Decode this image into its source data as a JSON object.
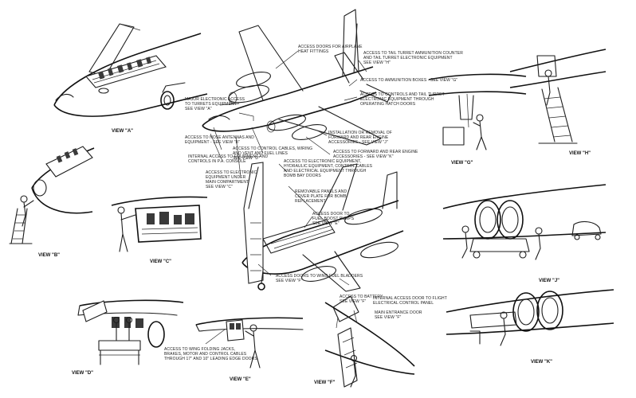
{
  "views": {
    "a": "VIEW \"A\"",
    "b": "VIEW \"B\"",
    "c": "VIEW \"C\"",
    "d": "VIEW \"D\"",
    "e": "VIEW \"E\"",
    "f": "VIEW \"F\"",
    "g": "VIEW \"G\"",
    "h": "VIEW \"H\"",
    "j": "VIEW \"J\"",
    "k": "VIEW \"K\""
  },
  "callouts": {
    "c1": "ACCESS DOORS FOR AIRPLANE\nHEAT FITTINGS",
    "c2": "ACCESS TO TAIL TURRET AMMUNITION COUNTER\nAND TAIL TURRET ELECTRONIC EQUIPMENT\nSEE VIEW \"H\"",
    "c3": "ACCESS TO AMMUNITION BOXES - SEE VIEW \"G\"",
    "c4": "ACCESS TO CONTROLS AND TAIL TURRET\nELECTRONIC EQUIPMENT THROUGH\nOPERATING HATCH DOORS",
    "c5": "MAJOR ELECTRONIC ACCESS\nTO TURRETS EQUIPMENT\nSEE VIEW \"A\"",
    "c6": "INSTALLATION OR REMOVAL OF\nFORWARD AND REAR ENGINE\nACCESSORIES - SEE VIEW \"J\"",
    "c7": "ACCESS TO NOSE ANTENNAS AND\nEQUIPMENT - SEE VIEW \"B\"",
    "c8": "ACCESS TO CONTROL CABLES, WIRING\nAND VENT AND FUEL LINES\nSEE VIEW \"D\"",
    "c9": "ACCESS TO FORWARD AND REAR ENGINE\nACCESSORIES - SEE VIEW \"K\"",
    "c10": "INTERNAL ACCESS TO EQUIPMENT AND\nCONTROLS IN P.A. CONSOLE",
    "c11": "ACCESS TO ELECTRONIC\nEQUIPMENT UNDER\nMAIN COMPARTMENT\nSEE VIEW \"C\"",
    "c12": "ACCESS TO ELECTRONIC EQUIPMENT,\nHYDRAULIC EQUIPMENT, CONTROL CABLES\nAND ELECTRICAL EQUIPMENT THROUGH\nBOMB BAY DOORS",
    "c13": "REMOVABLE PANELS AND\nCOVER PLATE FOR BOMB\nREPLACEMENT",
    "c14": "ACCESS DOOR TO\nFUEL BOOST PUMPS\nSEE VIEW \"E\"",
    "c15": "ACCESS DOORS TO WING FUEL BLADDERS\nSEE VIEW \"F\"",
    "c16": "ACCESS TO BATTERY\nSEE VIEW \"F\"",
    "c17": "INTERNAL ACCESS DOOR TO FLIGHT\nELECTRICAL CONTROL PANEL",
    "c18": "MAIN ENTRANCE DOOR\nSEE VIEW \"F\"",
    "c19": "ACCESS TO WING FOLDING JACKS,\nBRAKES, MOTOR AND CONTROL CABLES\nTHROUGH 17\" AND 10\" LEADING EDGE DOORS"
  }
}
